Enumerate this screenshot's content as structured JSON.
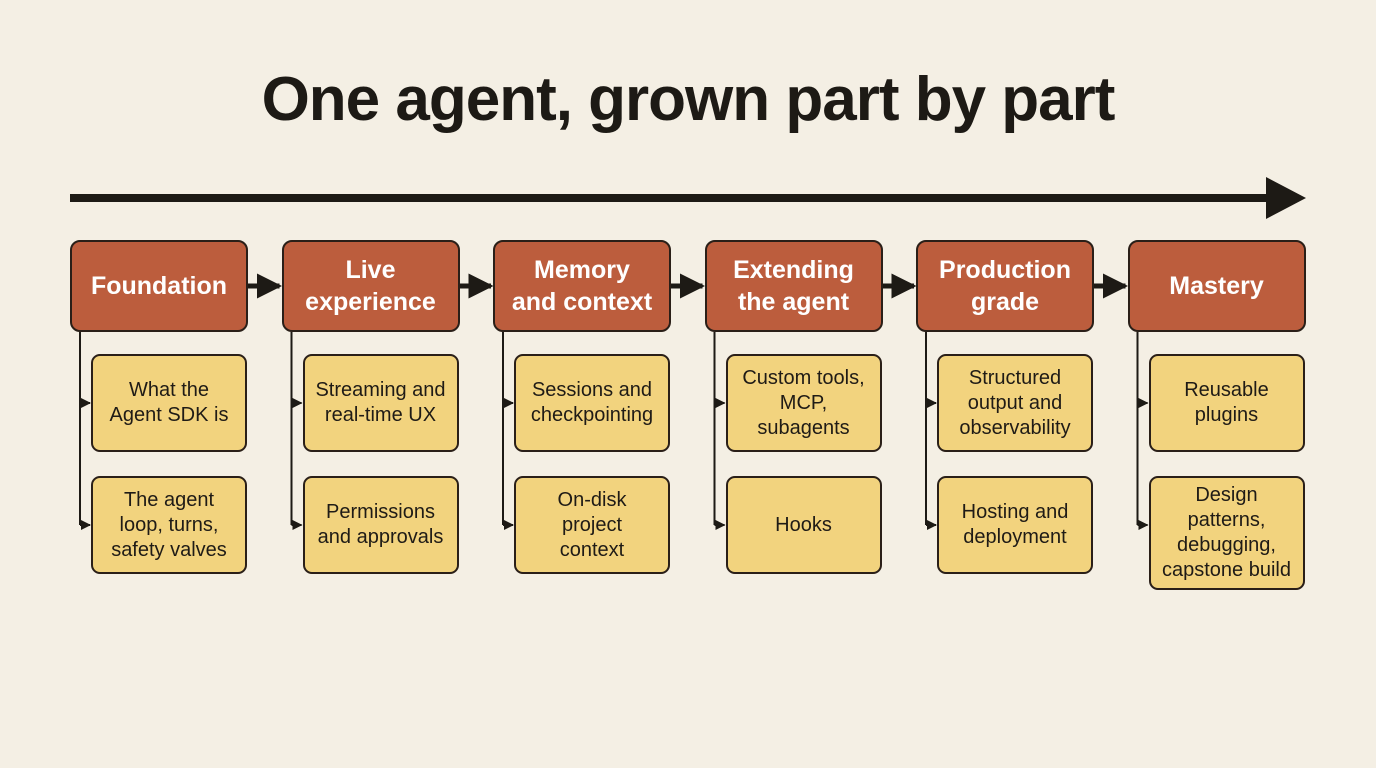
{
  "title": "One agent, grown part by part",
  "colors": {
    "background": "#f4efe4",
    "stage_fill": "#bc5d3d",
    "topic_fill": "#f2d37e",
    "line": "#1d1a15"
  },
  "stages": [
    {
      "label": "Foundation",
      "topics": [
        "What the\nAgent SDK is",
        "The agent\nloop, turns,\nsafety valves"
      ]
    },
    {
      "label": "Live\nexperience",
      "topics": [
        "Streaming and\nreal-time UX",
        "Permissions\nand approvals"
      ]
    },
    {
      "label": "Memory\nand context",
      "topics": [
        "Sessions and\ncheckpointing",
        "On-disk\nproject\ncontext"
      ]
    },
    {
      "label": "Extending\nthe agent",
      "topics": [
        "Custom tools,\nMCP,\nsubagents",
        "Hooks"
      ]
    },
    {
      "label": "Production\ngrade",
      "topics": [
        "Structured\noutput and\nobservability",
        "Hosting and\ndeployment"
      ]
    },
    {
      "label": "Mastery",
      "topics": [
        "Reusable\nplugins",
        "Design\npatterns,\ndebugging,\ncapstone build"
      ]
    }
  ]
}
